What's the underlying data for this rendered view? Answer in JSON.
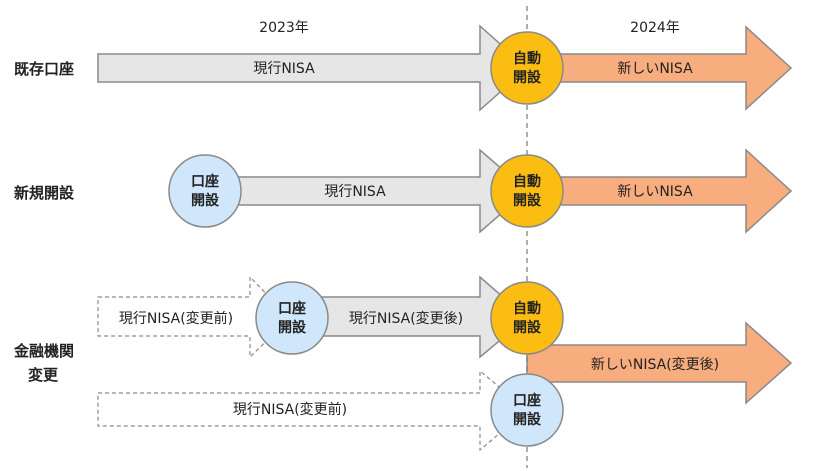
{
  "years": {
    "y2023": "2023年",
    "y2024": "2024年"
  },
  "rows": {
    "existing": "既存口座",
    "new": "新規開設",
    "transfer_line1": "金融機関",
    "transfer_line2": "変更"
  },
  "arrows": {
    "r1_current": "現行NISA",
    "r1_new": "新しいNISA",
    "r2_current": "現行NISA",
    "r2_new": "新しいNISA",
    "r3_before": "現行NISA(変更前)",
    "r3_after": "現行NISA(変更後)",
    "r3_new": "新しいNISA(変更後)",
    "r4_before": "現行NISA(変更前)"
  },
  "circles": {
    "auto_line1": "自動",
    "auto_line2": "開設",
    "open_line1": "口座",
    "open_line2": "開設"
  },
  "colors": {
    "gray_fill": "#e6e6e6",
    "gray_stroke": "#8a8a8a",
    "orange_fill": "#f8ad7f",
    "orange_stroke": "#8a8a8a",
    "auto_circle": "#fbbd12",
    "open_circle": "#cfe6fb"
  }
}
